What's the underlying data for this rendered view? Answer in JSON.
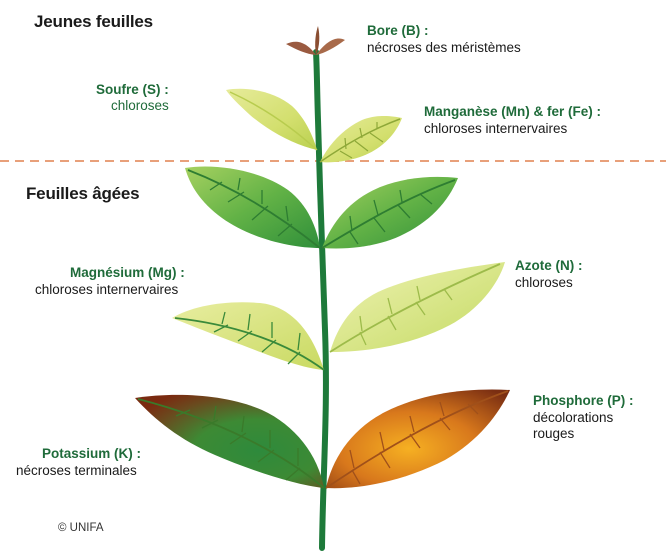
{
  "headings": {
    "young": "Jeunes feuilles",
    "old": "Feuilles âgées"
  },
  "labels": {
    "bore": {
      "element": "Bore (B) :",
      "symptom": "nécroses des méristèmes"
    },
    "soufre": {
      "element": "Soufre (S) :",
      "symptom": "chloroses"
    },
    "manganese": {
      "element": "Manganèse (Mn) & fer (Fe) :",
      "symptom": "chloroses internervaires"
    },
    "magnesium": {
      "element": "Magnésium (Mg) :",
      "symptom": "chloroses internervaires"
    },
    "azote": {
      "element": "Azote (N) :",
      "symptom": "chloroses"
    },
    "phosphore": {
      "element": "Phosphore (P) :",
      "symptom_line1": "décolorations",
      "symptom_line2": "rouges"
    },
    "potassium": {
      "element": "Potassium (K) :",
      "symptom": "nécroses terminales"
    }
  },
  "copyright": "© UNIFA",
  "colors": {
    "stem": "#1e7a3a",
    "divider": "#e8a07a",
    "label_green": "#1f6b3a",
    "leaf_pale": "#dbe58a",
    "leaf_green": "#5fb043",
    "leaf_mg": "#d7e27e",
    "leaf_k_edge": "#7a2e12",
    "leaf_p_center": "#f0a020",
    "bud": "#9a5a40"
  }
}
